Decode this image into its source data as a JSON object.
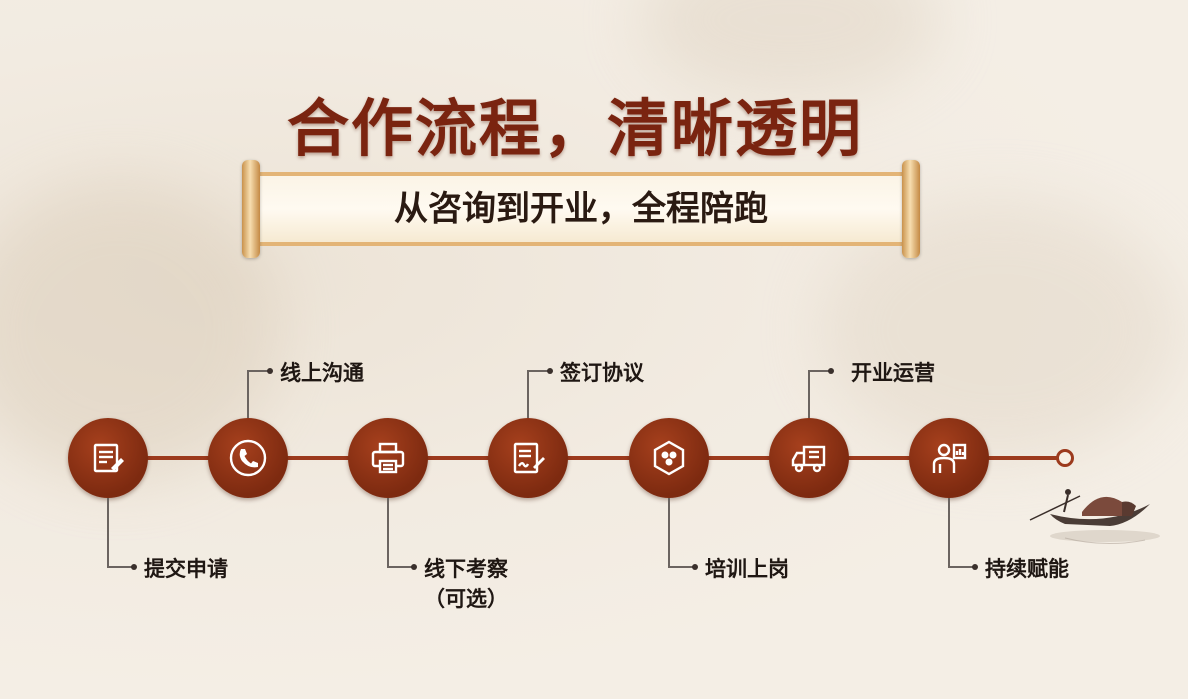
{
  "title": "合作流程，清晰透明",
  "subtitle": "从咨询到开业，全程陪跑",
  "steps": [
    {
      "label": "提交申请",
      "icon": "form-icon"
    },
    {
      "label": "线上沟通",
      "icon": "phone-icon"
    },
    {
      "label": "线下考察",
      "sub": "（可选）",
      "icon": "printer-icon"
    },
    {
      "label": "签订协议",
      "icon": "sign-document-icon"
    },
    {
      "label": "培训上岗",
      "icon": "hexagon-training-icon"
    },
    {
      "label": "开业运营",
      "icon": "delivery-truck-icon"
    },
    {
      "label": "持续赋能",
      "icon": "presenter-icon"
    }
  ],
  "colors": {
    "accent": "#7d2a10",
    "title": "#7a2410",
    "line": "#9c3a1d"
  }
}
